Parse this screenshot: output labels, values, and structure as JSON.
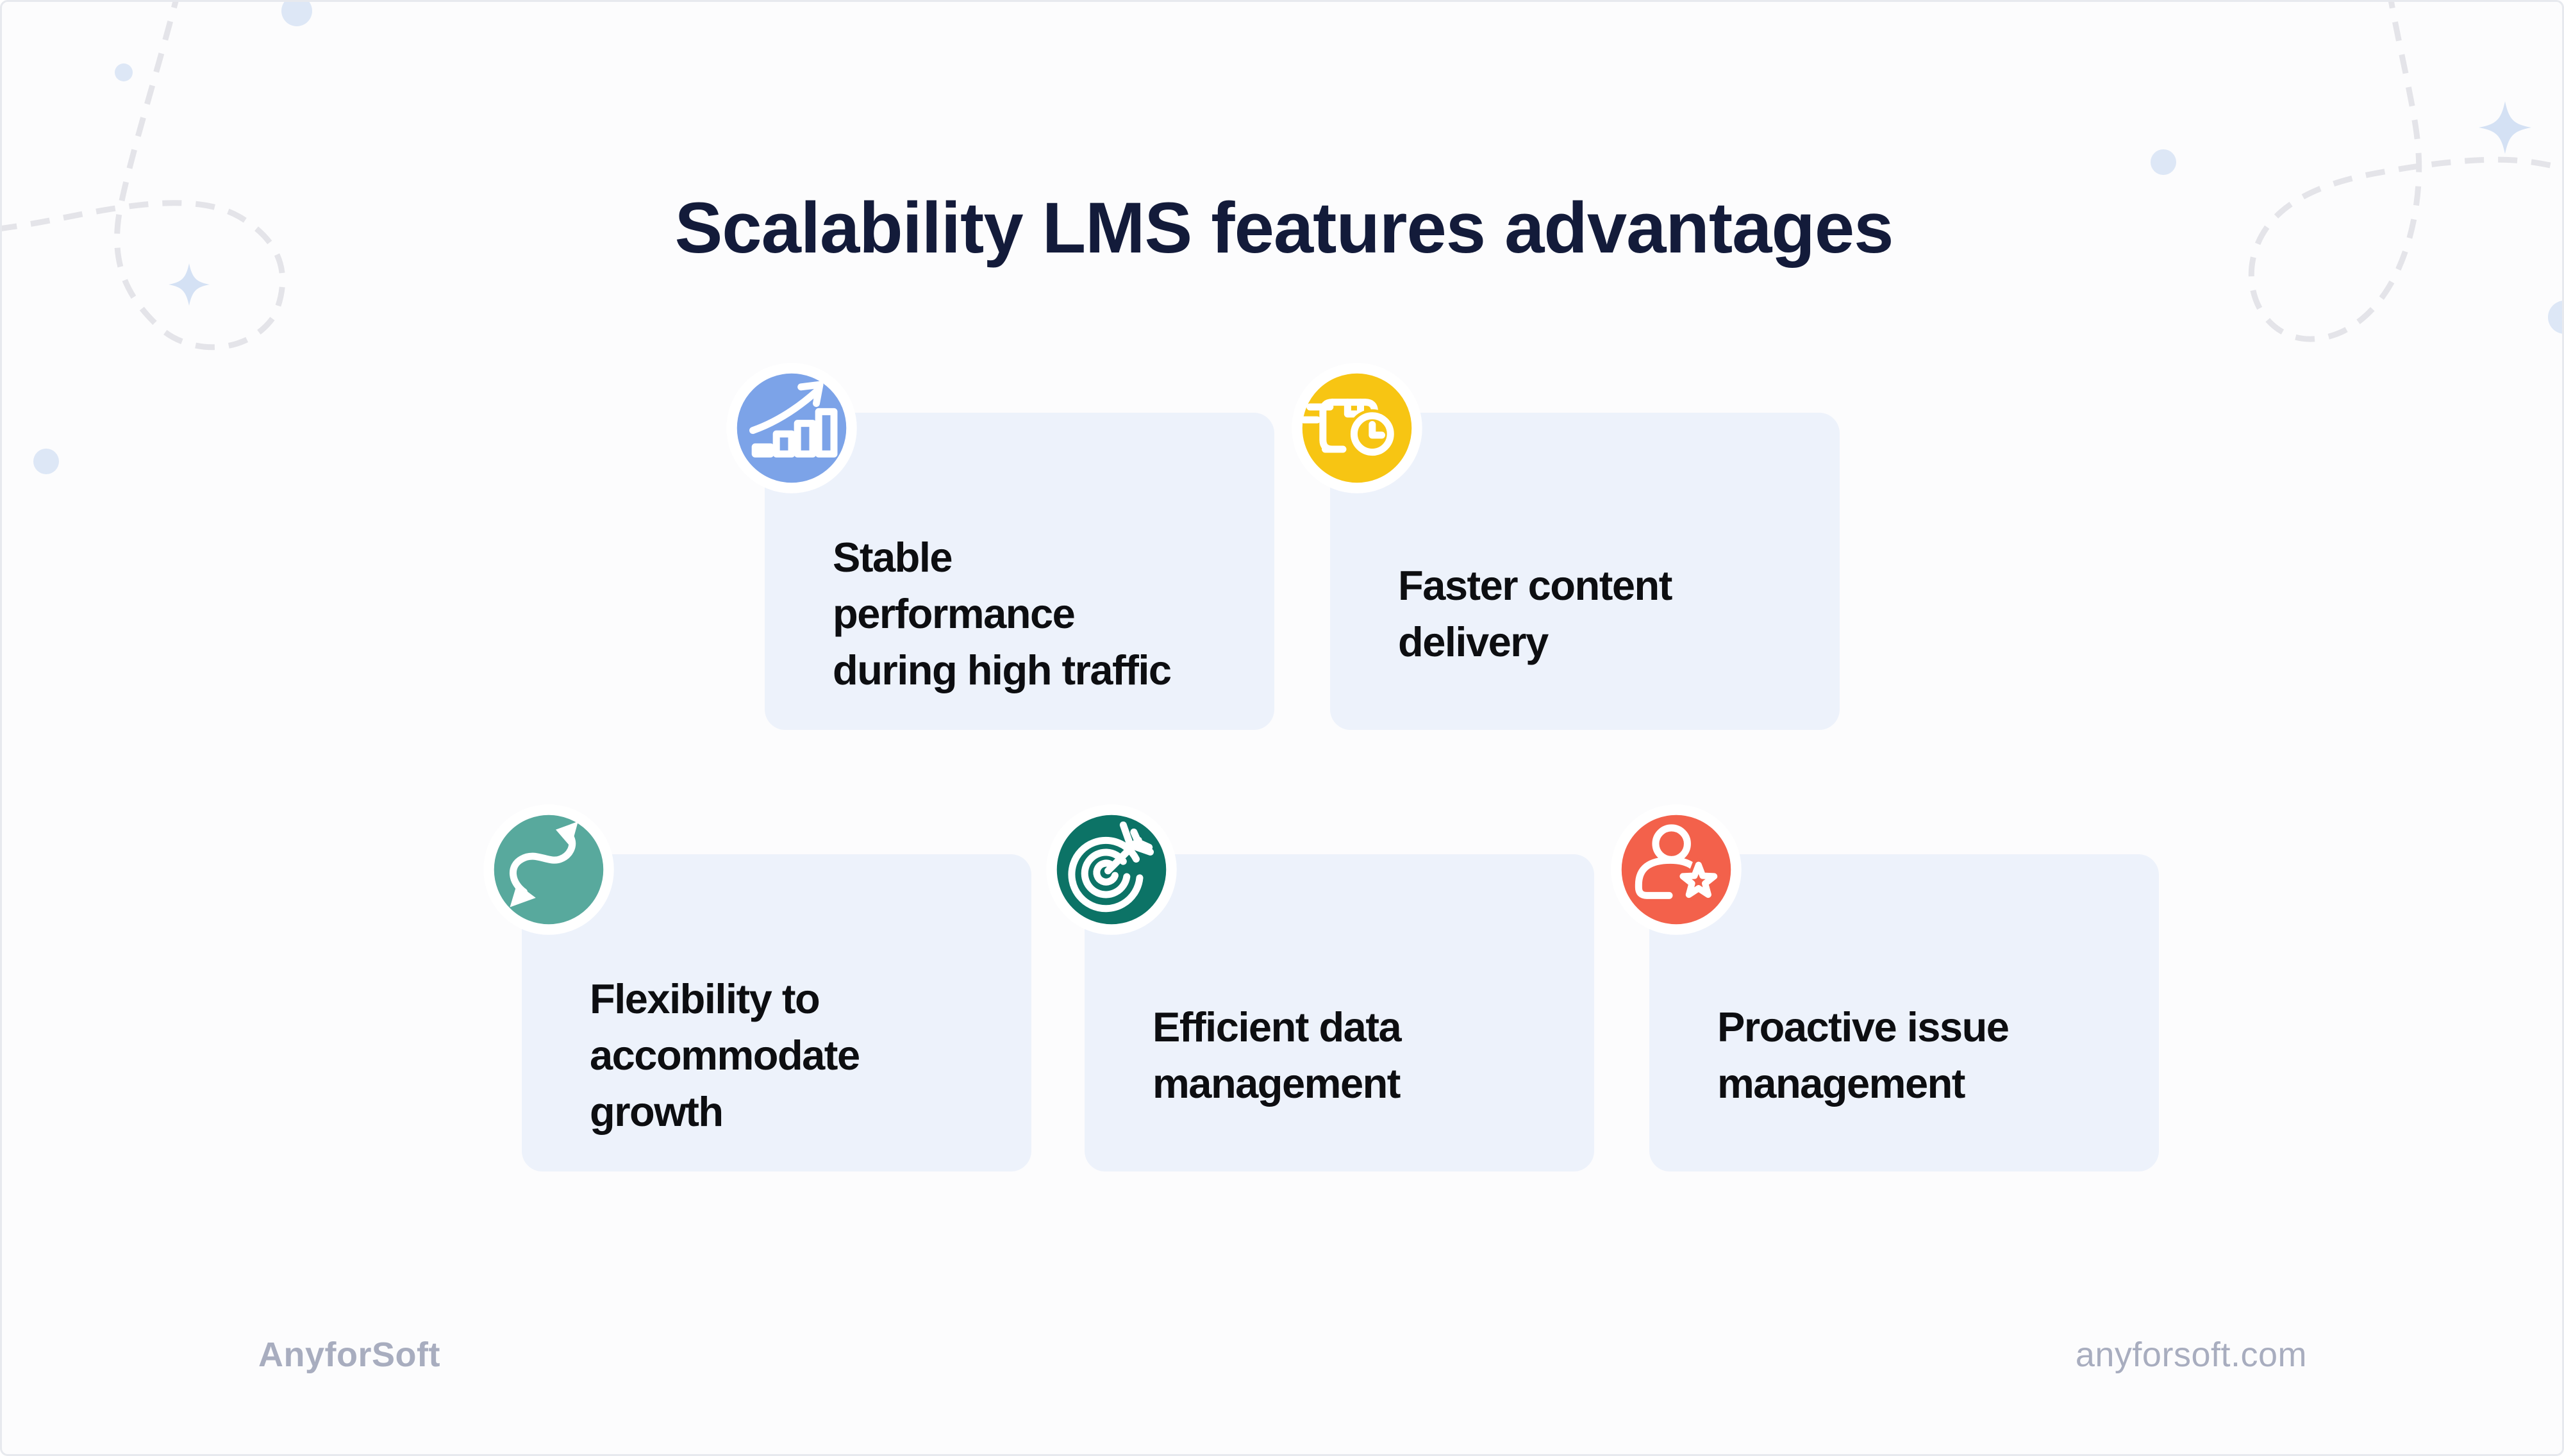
{
  "page": {
    "background": "#fcfcfd",
    "border_color": "#e7e9ee"
  },
  "title": {
    "text": "Scalability LMS features advantages",
    "color": "#131b3a"
  },
  "card_style": {
    "background": "#edf2fb",
    "text_color": "#0d0e11"
  },
  "cards": [
    {
      "id": "stable-performance",
      "text": "Stable\nperformance\nduring high traffic",
      "icon": "growth-chart-icon",
      "color": "#7ca3e8"
    },
    {
      "id": "faster-content",
      "text": "Faster content\ndelivery",
      "icon": "fast-delivery-icon",
      "color": "#f7c513"
    },
    {
      "id": "flexibility-growth",
      "text": "Flexibility to\naccommodate\ngrowth",
      "icon": "s-curve-arrows-icon",
      "color": "#58a99d"
    },
    {
      "id": "efficient-data",
      "text": "Efficient data\nmanagement",
      "icon": "target-arrow-icon",
      "color": "#0c7366"
    },
    {
      "id": "proactive-issue",
      "text": "Proactive issue\nmanagement",
      "icon": "user-star-icon",
      "color": "#f3614b"
    }
  ],
  "footer": {
    "brand": "AnyforSoft",
    "website": "anyforsoft.com",
    "color": "#a8adbf"
  },
  "decor": {
    "dash_color": "#e4e4e9",
    "dot_color": "#dde7f6",
    "sparkle_color": "#d4e1f4"
  }
}
